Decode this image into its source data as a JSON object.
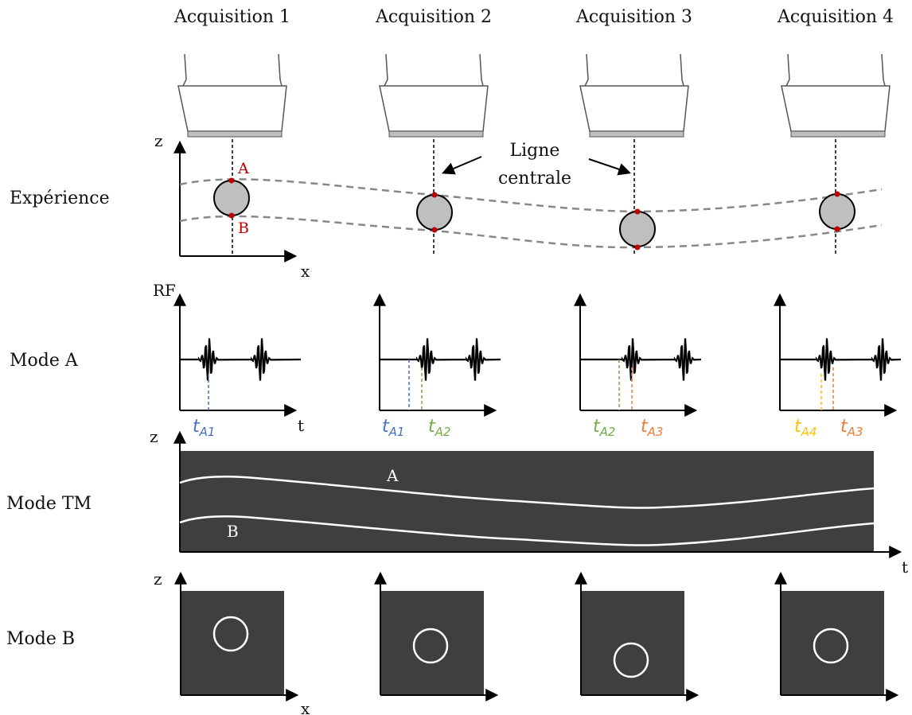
{
  "acquisitions": [
    "Acquisition 1",
    "Acquisition 2",
    "Acquisition 3",
    "Acquisition 4"
  ],
  "rows": {
    "experience": "Expérience",
    "mode_a": "Mode A",
    "mode_tm": "Mode TM",
    "mode_b": "Mode B"
  },
  "axes": {
    "z": "z",
    "x": "x",
    "rf": "RF",
    "t": "t"
  },
  "points": {
    "a": "A",
    "b": "B"
  },
  "annotation": {
    "line1": "Ligne",
    "line2": "centrale"
  },
  "time_markers": [
    [
      {
        "t": "t",
        "sub": "A1",
        "color": "#4472c4"
      }
    ],
    [
      {
        "t": "t",
        "sub": "A1",
        "color": "#4472c4"
      },
      {
        "t": "t",
        "sub": "A2",
        "color": "#70ad47"
      }
    ],
    [
      {
        "t": "t",
        "sub": "A2",
        "color": "#70ad47"
      },
      {
        "t": "t",
        "sub": "A3",
        "color": "#ed7d31"
      }
    ],
    [
      {
        "t": "t",
        "sub": "A4",
        "color": "#ffc000"
      },
      {
        "t": "t",
        "sub": "A3",
        "color": "#ed7d31"
      }
    ]
  ],
  "colors": {
    "point_red": "#c00000",
    "blue": "#4472c4",
    "green": "#70ad47",
    "orange": "#ed7d31",
    "yellow": "#ffc000",
    "panel_dark": "#3f3f3f",
    "vessel_fill": "#bfbfbf"
  }
}
